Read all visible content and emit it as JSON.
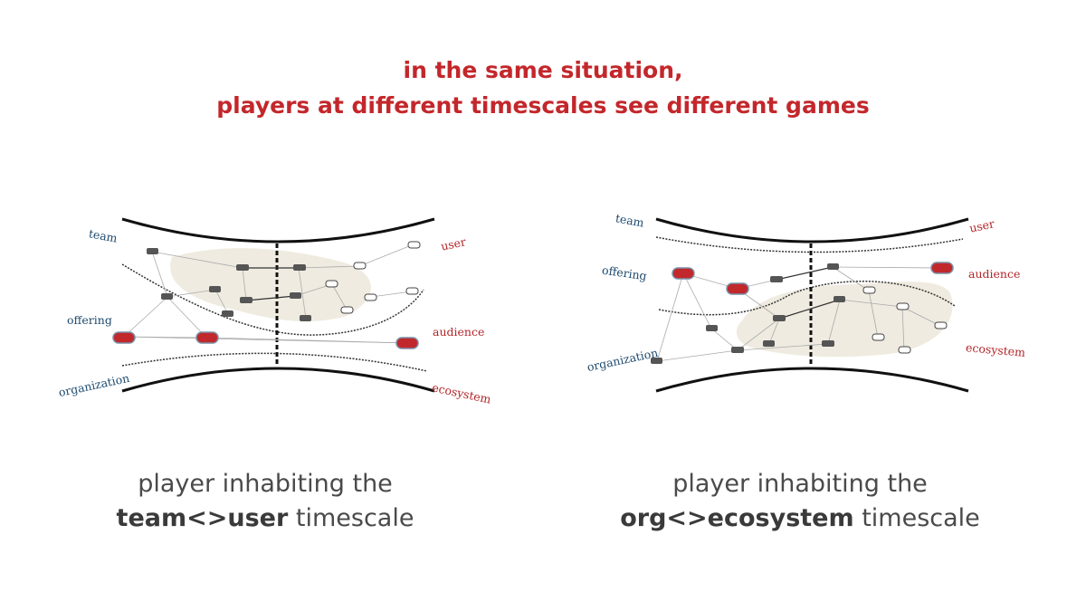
{
  "headline": {
    "line1": "in the same situation,",
    "line2": "players at different timescales see different games"
  },
  "colors": {
    "accent_red": "#c3272b",
    "label_blue": "#1e4a6e",
    "label_red": "#b3262a",
    "node_dark": "#555555",
    "node_red": "#c0282c",
    "shade": "#efebe0"
  },
  "diagrams": {
    "left": {
      "labels": {
        "team": "team",
        "offering": "offering",
        "organization": "organization",
        "user": "user",
        "audience": "audience",
        "ecosystem": "ecosystem"
      }
    },
    "right": {
      "labels": {
        "team": "team",
        "offering": "offering",
        "organization": "organization",
        "user": "user",
        "audience": "audience",
        "ecosystem": "ecosystem"
      }
    }
  },
  "captions": {
    "left": {
      "line1": "player inhabiting the",
      "bold": "team<>user",
      "rest": " timescale"
    },
    "right": {
      "line1": "player inhabiting the",
      "bold": "org<>ecosystem",
      "rest": " timescale"
    }
  }
}
